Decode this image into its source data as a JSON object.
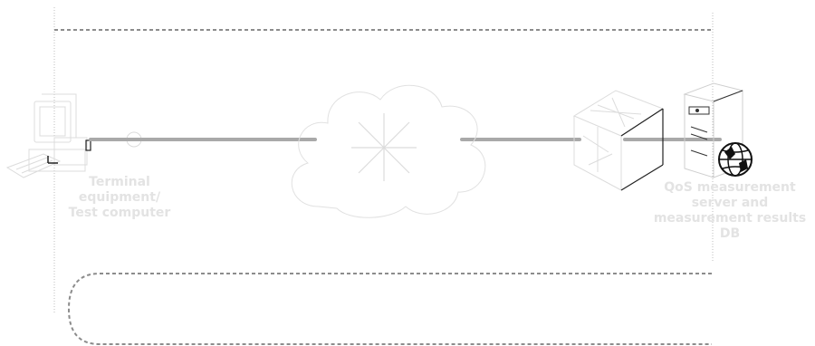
{
  "terminal": {
    "label_lines": [
      "Terminal",
      "equipment/",
      "Test computer"
    ]
  },
  "server": {
    "label_lines": [
      "QoS measurement",
      "server and",
      "measurement results",
      "DB"
    ]
  },
  "icons": [
    "desktop-computer-icon",
    "internet-cloud-icon",
    "router-icon",
    "server-tower-icon",
    "globe-icon"
  ],
  "colors": {
    "link": "#a9a9a9",
    "dashed_border": "#8c8c8c",
    "icon_stroke": "#dddddd",
    "label_text": "#e3e3e3"
  }
}
